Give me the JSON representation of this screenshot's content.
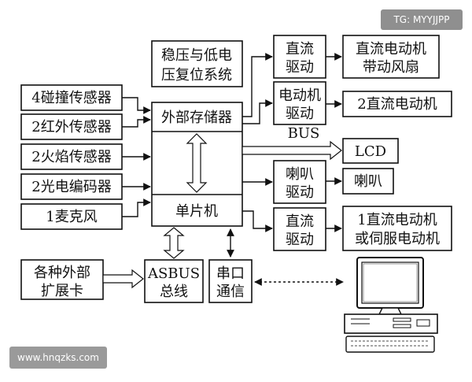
{
  "watermarks": {
    "top_right": "TG: MYYJJPP",
    "bottom_left": "www.hnqzks.com"
  },
  "sensors": {
    "collision": "4碰撞传感器",
    "infrared": "2红外传感器",
    "flame": "2火焰传感器",
    "encoder": "2光电编码器",
    "microphone": "1麦克风"
  },
  "power": {
    "line1": "稳压与低电",
    "line2": "压复位系统"
  },
  "memory": "外部存储器",
  "mcu": "单片机",
  "bus_label": "BUS",
  "lcd": "LCD",
  "driver_dc_fan": {
    "line1": "直流",
    "line2": "驱动"
  },
  "fan_motor": {
    "line1": "直流电动机",
    "line2": "带动风扇"
  },
  "driver_motor": {
    "line1": "电动机",
    "line2": "驱动"
  },
  "motor2": "2直流电动机",
  "driver_horn": {
    "line1": "喇叭",
    "line2": "驱动"
  },
  "horn": "喇叭",
  "driver_dc_servo": {
    "line1": "直流",
    "line2": "驱动"
  },
  "servo_motor": {
    "line1": "1直流电动机",
    "line2": "或伺服电动机"
  },
  "ext_cards": {
    "line1": "各种外部",
    "line2": "扩展卡"
  },
  "asbus": {
    "line1": "ASBUS",
    "line2": "总线"
  },
  "serial": {
    "line1": "串口",
    "line2": "通信"
  }
}
